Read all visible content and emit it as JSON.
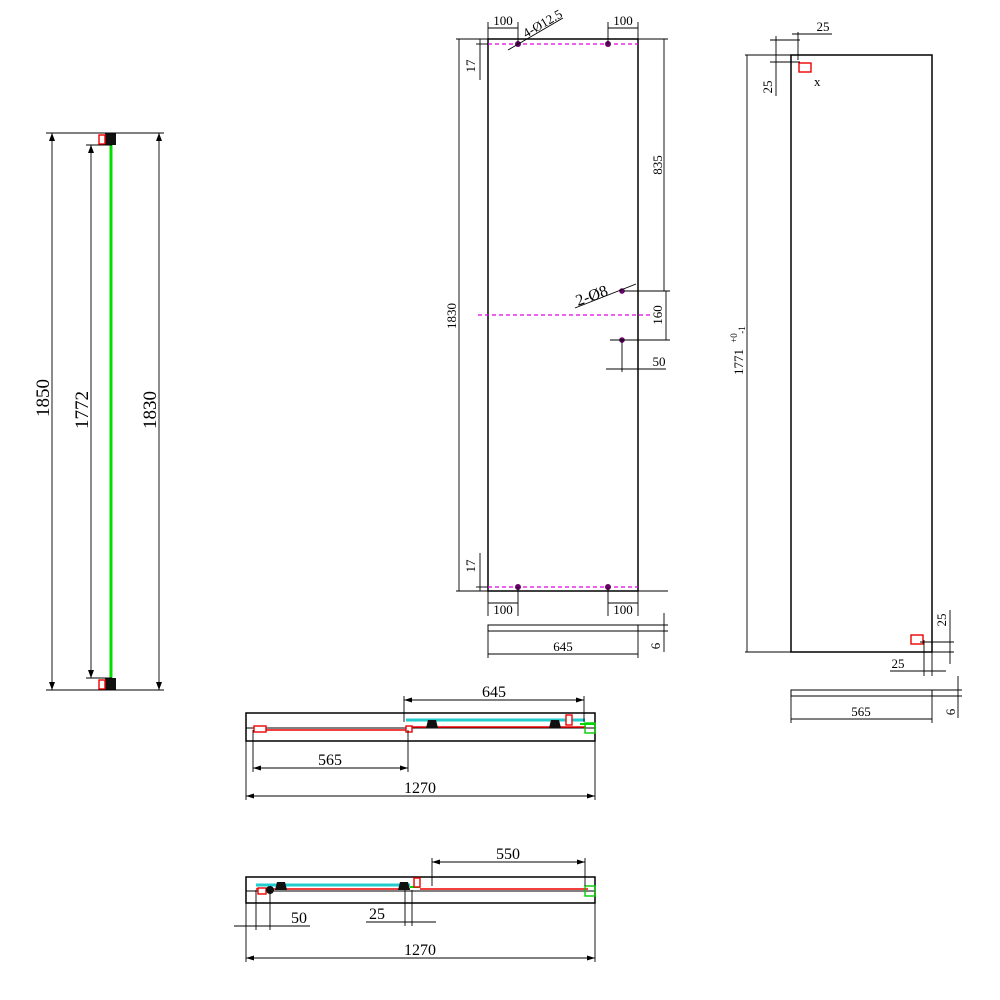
{
  "colors": {
    "outline": "#000000",
    "glass_edge": "#00dd00",
    "rail": "#22cccc",
    "seal": "#ee0000",
    "hole_line": "#e000e0"
  },
  "side_view": {
    "overall": "1850",
    "inner": "1772",
    "glass": "1830"
  },
  "door_panel": {
    "top_left_offset": "100",
    "top_right_offset": "100",
    "bottom_left_offset": "100",
    "bottom_right_offset": "100",
    "top_edge": "17",
    "bottom_edge": "17",
    "height": "1830",
    "top_to_handle": "835",
    "handle_spacing": "160",
    "handle_to_bottom": "50",
    "roller_holes": "4-Ø12.5",
    "handle_holes": "2-Ø8",
    "width": "645",
    "thickness": "6"
  },
  "fixed_panel": {
    "top_offset": "25",
    "top_side": "25",
    "height": "1771",
    "tolerance_plus": "+0",
    "tolerance_minus": "-1",
    "marker": "x",
    "bottom_side": "25",
    "bottom_offset": "25",
    "width": "565",
    "thickness": "6"
  },
  "plan_closed": {
    "door_width": "645",
    "fixed_width": "565",
    "overall": "1270"
  },
  "plan_open": {
    "opening": "550",
    "offset_a": "50",
    "offset_b": "25",
    "overall": "1270"
  }
}
